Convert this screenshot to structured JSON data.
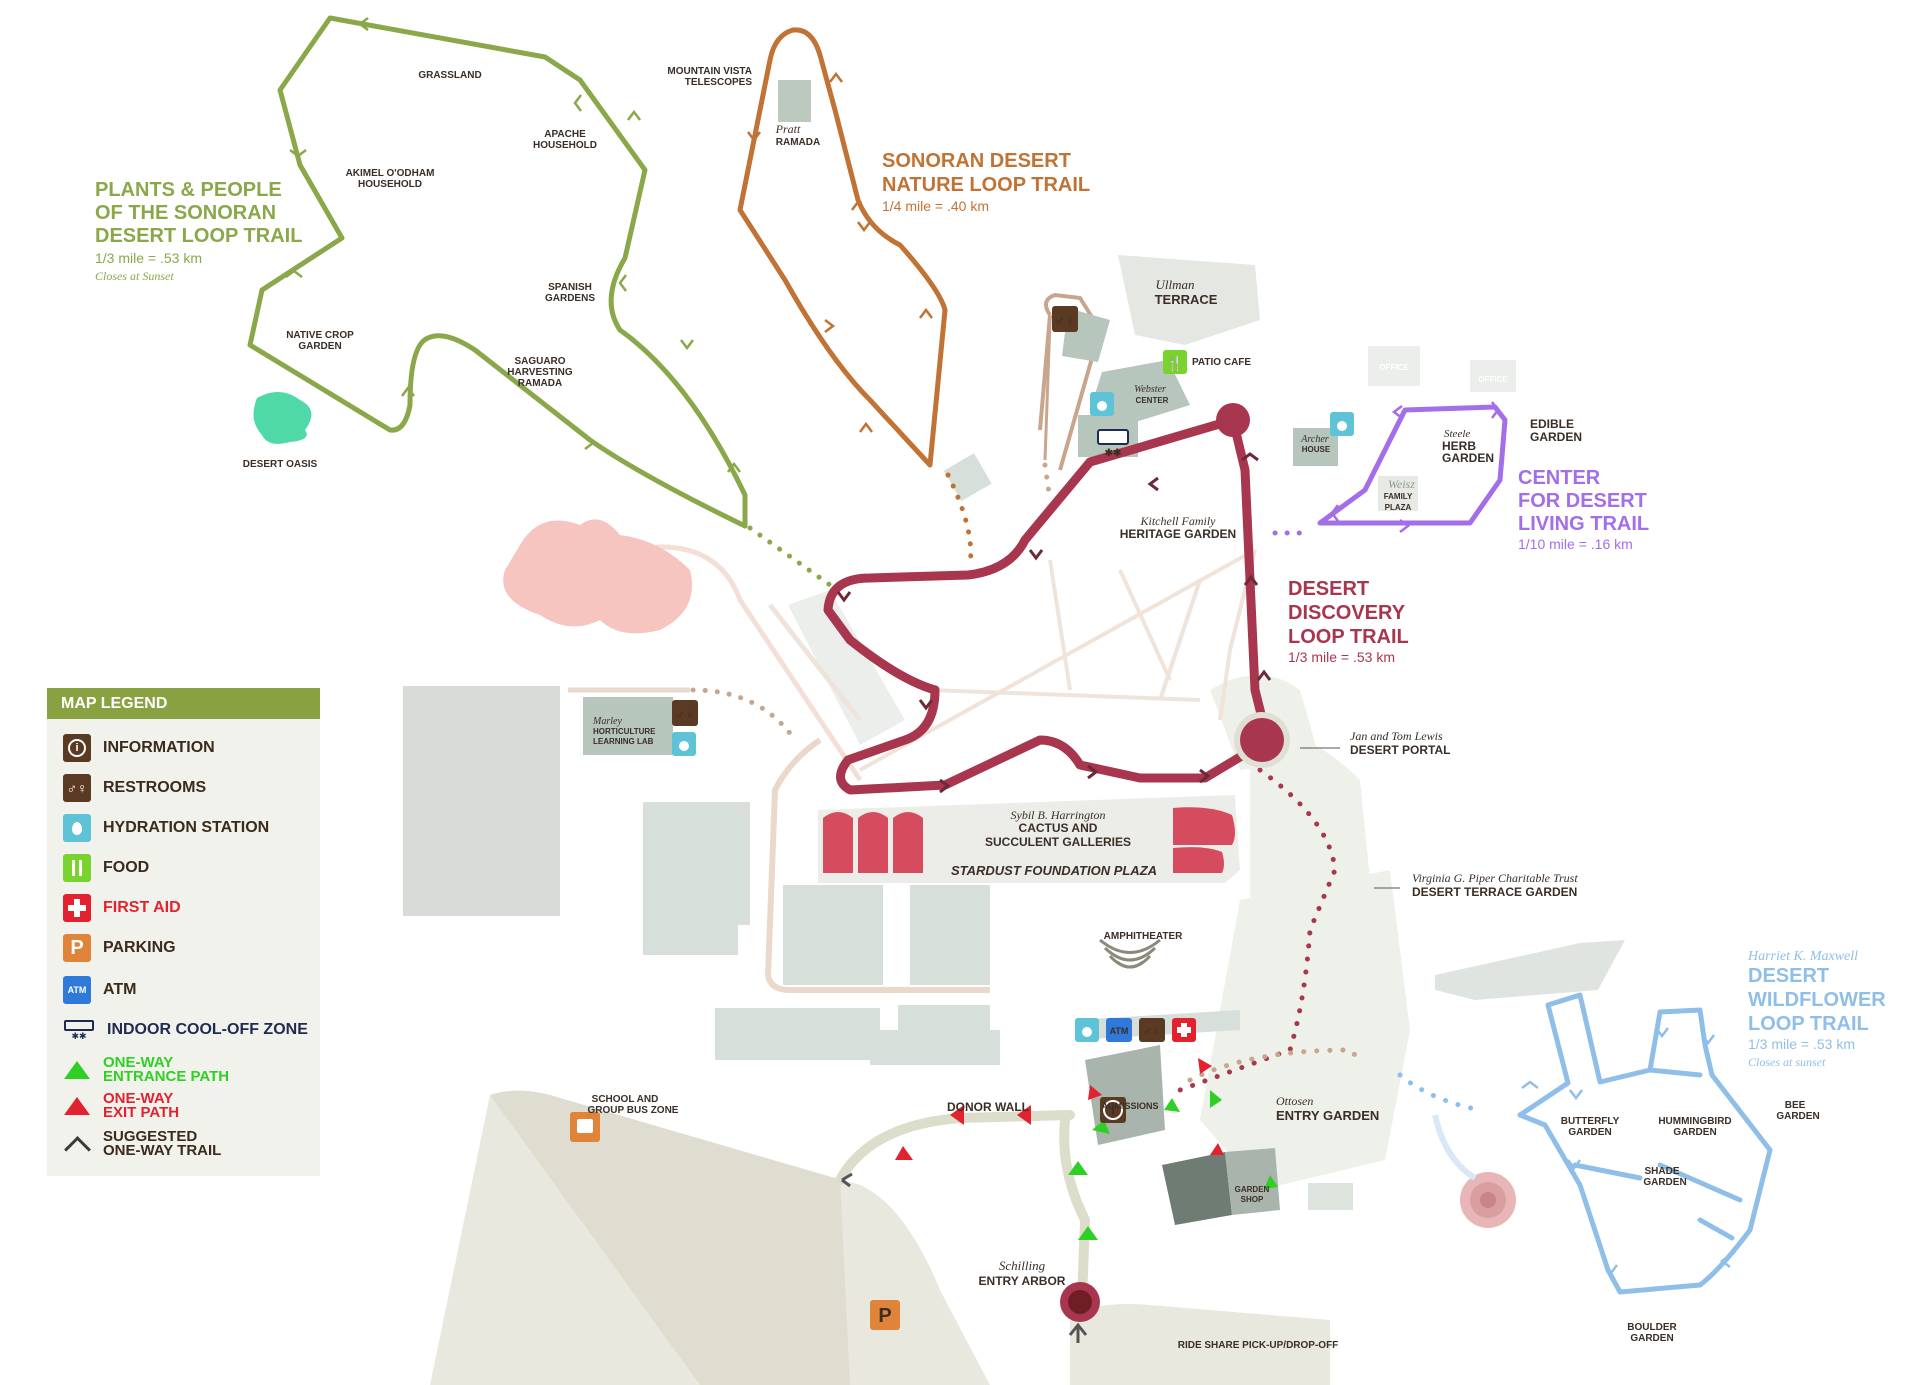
{
  "trails": {
    "plants_people": {
      "title": [
        "PLANTS & PEOPLE",
        "OF THE SONORAN",
        "DESERT LOOP TRAIL"
      ],
      "distance": "1/3 mile = .53 km",
      "note": "Closes at Sunset",
      "color": "#8aa84a"
    },
    "sonoran_nature": {
      "title": [
        "SONORAN DESERT",
        "NATURE LOOP TRAIL"
      ],
      "distance": "1/4 mile = .40 km",
      "color": "#c07334"
    },
    "desert_discovery": {
      "title": [
        "DESERT",
        "DISCOVERY",
        "LOOP TRAIL"
      ],
      "distance": "1/3 mile = .53 km",
      "color": "#a8364f"
    },
    "desert_living": {
      "title": [
        "CENTER",
        "FOR DESERT",
        "LIVING TRAIL"
      ],
      "distance": "1/10 mile = .16 km",
      "color": "#a46ee8"
    },
    "wildflower": {
      "dedication": "Harriet K. Maxwell",
      "title": [
        "DESERT",
        "WILDFLOWER",
        "LOOP TRAIL"
      ],
      "distance": "1/3 mile = .53 km",
      "note": "Closes at sunset",
      "color": "#8fbfe8"
    }
  },
  "places": {
    "grassland": "GRASSLAND",
    "apache": [
      "APACHE",
      "HOUSEHOLD"
    ],
    "akimel": [
      "AKIMEL O'ODHAM",
      "HOUSEHOLD"
    ],
    "spanish": [
      "SPANISH",
      "GARDENS"
    ],
    "native_crop": [
      "NATIVE CROP",
      "GARDEN"
    ],
    "saguaro": [
      "SAGUARO",
      "HARVESTING",
      "RAMADA"
    ],
    "desert_oasis": "DESERT OASIS",
    "telescopes": [
      "MOUNTAIN VISTA",
      "TELESCOPES"
    ],
    "pratt_italic": "Pratt",
    "pratt": "RAMADA",
    "ullman_italic": "Ullman",
    "ullman": "TERRACE",
    "patio_cafe": "PATIO CAFE",
    "office1": "OFFICE",
    "office2": "OFFICE",
    "webster_italic": "Webster",
    "webster": "CENTER",
    "archer_italic": "Archer",
    "archer": "HOUSE",
    "steele_italic": "Steele",
    "herb": [
      "HERB",
      "GARDEN"
    ],
    "weisz_italic": "Weisz",
    "family_plaza": [
      "FAMILY",
      "PLAZA"
    ],
    "edible": [
      "EDIBLE",
      "GARDEN"
    ],
    "kitchell_italic": "Kitchell Family",
    "heritage": "HERITAGE GARDEN",
    "lewis_italic": "Jan and Tom Lewis",
    "portal": "DESERT PORTAL",
    "marley_italic": "Marley",
    "hort_lab": [
      "HORTICULTURE",
      "LEARNING LAB"
    ],
    "harrington_italic": "Sybil B. Harrington",
    "galleries": [
      "CACTUS AND",
      "SUCCULENT GALLERIES"
    ],
    "stardust": "STARDUST FOUNDATION PLAZA",
    "piper_italic": "Virginia G. Piper Charitable Trust",
    "terrace_garden": "DESERT TERRACE GARDEN",
    "amphitheater": "AMPHITHEATER",
    "bus_zone": [
      "SCHOOL AND",
      "GROUP BUS ZONE"
    ],
    "donor_wall": "DONOR WALL",
    "admissions": "ADMISSIONS",
    "ottosen_italic": "Ottosen",
    "entry_garden": "ENTRY GARDEN",
    "garden_shop": [
      "GARDEN",
      "SHOP"
    ],
    "schilling_italic": "Schilling",
    "entry_arbor": "ENTRY ARBOR",
    "ride_share": "RIDE SHARE PICK-UP/DROP-OFF",
    "butterfly": [
      "BUTTERFLY",
      "GARDEN"
    ],
    "hummingbird": [
      "HUMMINGBIRD",
      "GARDEN"
    ],
    "bee": [
      "BEE",
      "GARDEN"
    ],
    "shade": [
      "SHADE",
      "GARDEN"
    ],
    "boulder": [
      "BOULDER",
      "GARDEN"
    ]
  },
  "legend": {
    "title": "MAP LEGEND",
    "items": [
      {
        "icon": "information-icon",
        "label": "INFORMATION",
        "color": "#5a3a22"
      },
      {
        "icon": "restrooms-icon",
        "label": "RESTROOMS",
        "color": "#5a3a22"
      },
      {
        "icon": "hydration-icon",
        "label": "HYDRATION STATION",
        "color": "#5ec3d6"
      },
      {
        "icon": "food-icon",
        "label": "FOOD",
        "color": "#7ad22e"
      },
      {
        "icon": "first-aid-icon",
        "label": "FIRST AID",
        "color": "#e2232f"
      },
      {
        "icon": "parking-icon",
        "label": "PARKING",
        "color": "#e0843a"
      },
      {
        "icon": "atm-icon",
        "label": "ATM",
        "color": "#2e79d9"
      },
      {
        "icon": "cool-off-icon",
        "label": "INDOOR COOL-OFF ZONE",
        "color": "#1f2a52"
      },
      {
        "icon": "entrance-path-icon",
        "label": [
          "ONE-WAY",
          "ENTRANCE PATH"
        ],
        "color": "#2fcf25"
      },
      {
        "icon": "exit-path-icon",
        "label": [
          "ONE-WAY",
          "EXIT PATH"
        ],
        "color": "#e2232f"
      },
      {
        "icon": "suggested-trail-icon",
        "label": [
          "SUGGESTED",
          "ONE-WAY TRAIL"
        ],
        "color": "#3a3a3a"
      }
    ]
  },
  "icon_glyphs": {
    "information": "i",
    "restrooms": "♂♀",
    "hydration": "💧",
    "food": "🍴",
    "first_aid": "+",
    "parking": "P",
    "atm": "ATM",
    "bus": "▣"
  }
}
